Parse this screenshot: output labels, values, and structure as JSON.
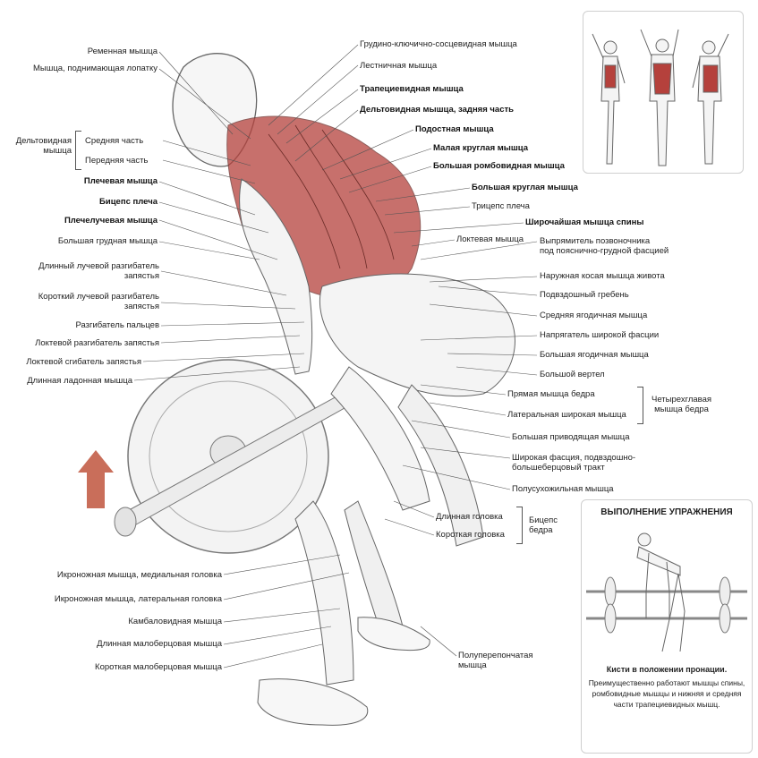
{
  "labels_left": [
    {
      "id": "remennaya",
      "text": "Ременная мышца",
      "bold": false
    },
    {
      "id": "podnim-lopatku",
      "text": "Мышца, поднимающая лопатку",
      "bold": false
    },
    {
      "id": "deltoid-group",
      "text": "Дельтовидная\nмышца",
      "bold": false
    },
    {
      "id": "deltoid-middle",
      "text": "Средняя часть",
      "bold": false
    },
    {
      "id": "deltoid-front",
      "text": "Передняя часть",
      "bold": false
    },
    {
      "id": "plechevaya",
      "text": "Плечевая мышца",
      "bold": true
    },
    {
      "id": "biceps",
      "text": "Бицепс плеча",
      "bold": true
    },
    {
      "id": "plecheluch",
      "text": "Плечелучевая мышца",
      "bold": true
    },
    {
      "id": "pectoral",
      "text": "Большая грудная мышца",
      "bold": false
    },
    {
      "id": "ext-carpi-long",
      "text": "Длинный лучевой разгибатель\nзапястья",
      "bold": false
    },
    {
      "id": "ext-carpi-short",
      "text": "Короткий лучевой разгибатель\nзапястья",
      "bold": false
    },
    {
      "id": "ext-fingers",
      "text": "Разгибатель пальцев",
      "bold": false
    },
    {
      "id": "ext-carpi-uln",
      "text": "Локтевой разгибатель запястья",
      "bold": false
    },
    {
      "id": "flex-carpi-uln",
      "text": "Локтевой сгибатель запястья",
      "bold": false
    },
    {
      "id": "palmaris",
      "text": "Длинная ладонная мышца",
      "bold": false
    },
    {
      "id": "gastro-med",
      "text": "Икроножная мышца, медиальная головка",
      "bold": false
    },
    {
      "id": "gastro-lat",
      "text": "Икроножная мышца, латеральная головка",
      "bold": false
    },
    {
      "id": "soleus",
      "text": "Камбаловидная мышца",
      "bold": false
    },
    {
      "id": "peroneus-long",
      "text": "Длинная малоберцовая мышца",
      "bold": false
    },
    {
      "id": "peroneus-short",
      "text": "Короткая малоберцовая мышца",
      "bold": false
    }
  ],
  "labels_right": [
    {
      "id": "scm",
      "text": "Грудино-ключично-сосцевидная мышца",
      "bold": false
    },
    {
      "id": "scalene",
      "text": "Лестничная мышца",
      "bold": false
    },
    {
      "id": "trapezius",
      "text": "Трапециевидная мышца",
      "bold": true
    },
    {
      "id": "deltoid-rear",
      "text": "Дельтовидная мышца, задняя часть",
      "bold": true
    },
    {
      "id": "infraspinatus",
      "text": "Подостная мышца",
      "bold": true
    },
    {
      "id": "teres-minor",
      "text": "Малая круглая мышца",
      "bold": true
    },
    {
      "id": "rhomboid",
      "text": "Большая ромбовидная мышца",
      "bold": true
    },
    {
      "id": "teres-major",
      "text": "Большая круглая мышца",
      "bold": true
    },
    {
      "id": "triceps",
      "text": "Трицепс плеча",
      "bold": false
    },
    {
      "id": "latissimus",
      "text": "Широчайшая мышца спины",
      "bold": true
    },
    {
      "id": "anconeus",
      "text": "Локтевая мышца",
      "bold": false
    },
    {
      "id": "erector",
      "text": "Выпрямитель позвоночника\nпод пояснично-грудной фасцией",
      "bold": false
    },
    {
      "id": "ext-oblique",
      "text": "Наружная косая мышца живота",
      "bold": false
    },
    {
      "id": "iliac-crest",
      "text": "Подвздошный гребень",
      "bold": false
    },
    {
      "id": "glute-med",
      "text": "Средняя ягодичная мышца",
      "bold": false
    },
    {
      "id": "tfl",
      "text": "Напрягатель широкой фасции",
      "bold": false
    },
    {
      "id": "glute-max",
      "text": "Большая ягодичная мышца",
      "bold": false
    },
    {
      "id": "trochanter",
      "text": "Большой вертел",
      "bold": false
    },
    {
      "id": "rectus-fem",
      "text": "Прямая мышца бедра",
      "bold": false
    },
    {
      "id": "vastus-lat",
      "text": "Латеральная широкая мышца",
      "bold": false
    },
    {
      "id": "quad-group",
      "text": "Четырехглавая\nмышца бедра",
      "bold": false
    },
    {
      "id": "adductor",
      "text": "Большая приводящая мышца",
      "bold": false
    },
    {
      "id": "it-band",
      "text": "Широкая фасция, подвздошно-\nбольшеберцовый тракт",
      "bold": false
    },
    {
      "id": "semitend",
      "text": "Полусухожильная мышца",
      "bold": false
    },
    {
      "id": "long-head",
      "text": "Длинная головка",
      "bold": false
    },
    {
      "id": "short-head",
      "text": "Короткая головка",
      "bold": false
    },
    {
      "id": "biceps-fem-group",
      "text": "Бицепс\nбедра",
      "bold": false
    },
    {
      "id": "semimemb",
      "text": "Полуперепончатая\nмышца",
      "bold": false
    }
  ],
  "exec_panel": {
    "title": "ВЫПОЛНЕНИЕ УПРАЖНЕНИЯ",
    "subtitle": "Кисти в положении пронации.",
    "description": "Преимущественно работают мышцы спины, ромбовидные мышцы и нижняя и средняя части трапециевидных мышц."
  },
  "colors": {
    "muscle_highlight": "#b5413c",
    "arrow": "#c0553d",
    "sketch": "#555555",
    "plate": "#f1f1f1"
  }
}
